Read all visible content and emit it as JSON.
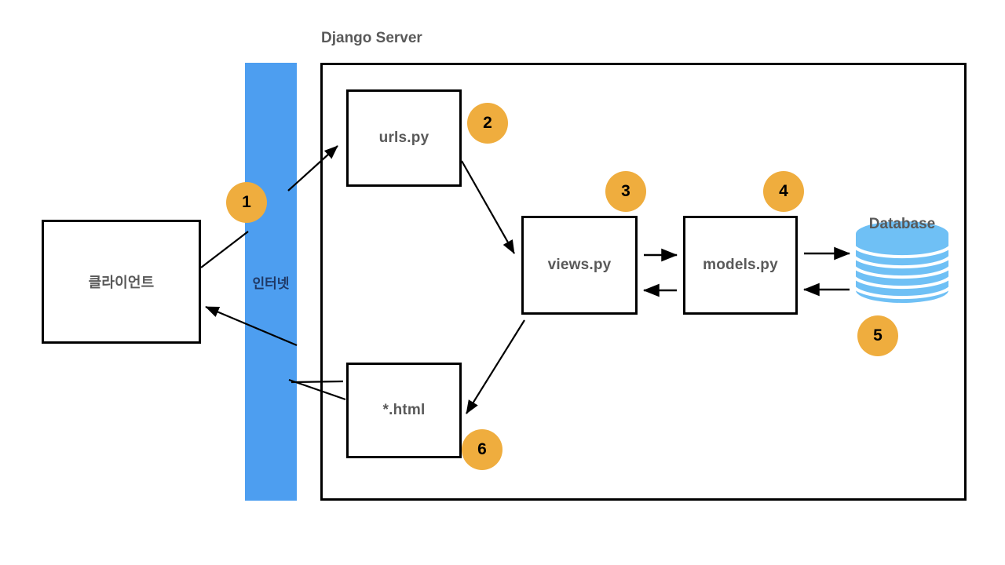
{
  "diagram": {
    "title": "Django Server",
    "server_label": "Django Server",
    "colors": {
      "internet_blue": "#4d9ef0",
      "badge_orange": "#efad3e",
      "database_blue": "#6fc0f5",
      "text_gray": "#595959",
      "line_black": "#000000"
    },
    "client": {
      "label": "클라이언트",
      "name": "client-box"
    },
    "internet": {
      "label": "인터넷",
      "name": "internet-bar"
    },
    "nodes": [
      {
        "id": "urls",
        "label": "urls.py",
        "name": "urls-box"
      },
      {
        "id": "views",
        "label": "views.py",
        "name": "views-box"
      },
      {
        "id": "models",
        "label": "models.py",
        "name": "models-box"
      },
      {
        "id": "html",
        "label": "*.html",
        "name": "html-box"
      }
    ],
    "database": {
      "label": "Database",
      "name": "database-cylinder"
    },
    "badges": [
      {
        "id": "badge-1",
        "label": "1"
      },
      {
        "id": "badge-2",
        "label": "2"
      },
      {
        "id": "badge-3",
        "label": "3"
      },
      {
        "id": "badge-4",
        "label": "4"
      },
      {
        "id": "badge-5",
        "label": "5"
      },
      {
        "id": "badge-6",
        "label": "6"
      }
    ],
    "flow": [
      {
        "step": "1",
        "from": "클라이언트",
        "to": "urls.py",
        "via": "인터넷"
      },
      {
        "step": "2",
        "from": "urls.py",
        "to": "views.py",
        "via": ""
      },
      {
        "step": "3",
        "from": "views.py",
        "to": "models.py",
        "via": ""
      },
      {
        "step": "4",
        "from": "models.py",
        "to": "Database",
        "via": ""
      },
      {
        "step": "5",
        "from": "Database",
        "to": "models.py",
        "via": ""
      },
      {
        "step": "6",
        "from": "views.py",
        "to": "*.html",
        "via": ""
      }
    ]
  }
}
